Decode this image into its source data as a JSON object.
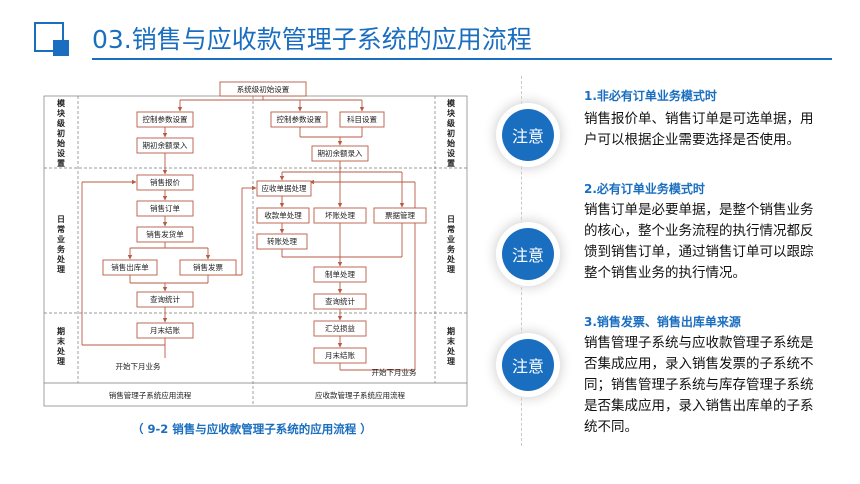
{
  "header": {
    "title": "03.销售与应收款管理子系统的应用流程"
  },
  "diagram": {
    "top_box": "系统级初始设置",
    "left_labels": [
      "模块级初始设置",
      "日常业务处理",
      "期末处理"
    ],
    "right_labels": [
      "模块级初始设置",
      "日常业务处理",
      "期末处理"
    ],
    "sales": [
      "控制参数设置",
      "期初余额录入",
      "销售报价",
      "销售订单",
      "销售发货单",
      "销售出库单",
      "销售发票",
      "查询统计",
      "月末结账"
    ],
    "ar": [
      "控制参数设置",
      "科目设置",
      "期初余额录入",
      "应收单据处理",
      "收款单处理",
      "坏账处理",
      "票据管理",
      "转账处理",
      "制单处理",
      "查询统计",
      "汇兑损益",
      "月末结账"
    ],
    "next_month_left": "开始下月业务",
    "next_month_right": "开始下月业务",
    "footer_left": "销售管理子系统应用流程",
    "footer_right": "应收款管理子系统应用流程",
    "caption": "（ 9-2 销售与应收款管理子系统的应用流程 ）"
  },
  "notes": [
    {
      "badge": "注意",
      "title": "1.非必有订单业务模式时",
      "body": "销售报价单、销售订单是可选单据，用户可以根据企业需要选择是否使用。"
    },
    {
      "badge": "注意",
      "title": "2.必有订单业务模式时",
      "body": "销售订单是必要单据，是整个销售业务的核心，整个业务流程的执行情况都反馈到销售订单，通过销售订单可以跟踪整个销售业务的执行情况。"
    },
    {
      "badge": "注意",
      "title": "3.销售发票、销售出库单来源",
      "body": "销售管理子系统与应收款管理子系统是否集成应用，录入销售发票的子系统不同；销售管理子系统与库存管理子系统是否集成应用，录入销售出库单的子系统不同。"
    }
  ],
  "colors": {
    "accent": "#1a6ec0",
    "flow": "#b85a44"
  }
}
